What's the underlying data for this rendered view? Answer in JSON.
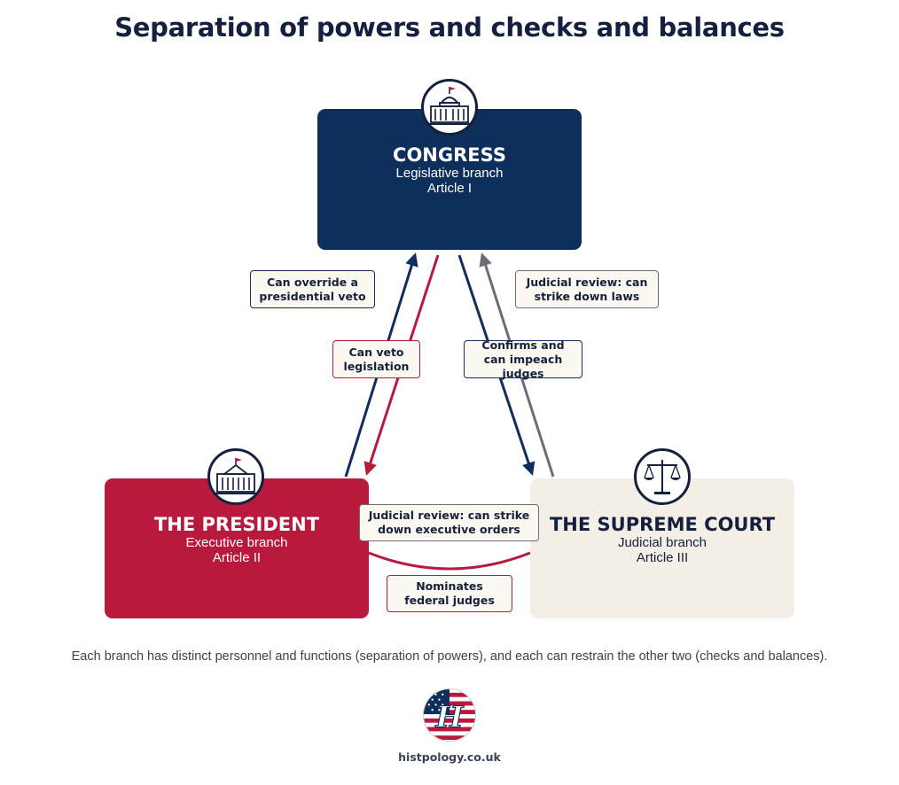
{
  "title": "Separation of powers and checks and balances",
  "branches": {
    "congress": {
      "name": "CONGRESS",
      "type": "Legislative branch",
      "article": "Article I",
      "color": "#0e2e5c"
    },
    "president": {
      "name": "THE PRESIDENT",
      "type": "Executive branch",
      "article": "Article II",
      "color": "#b8193d"
    },
    "court": {
      "name": "THE SUPREME COURT",
      "type": "Judicial branch",
      "article": "Article III",
      "color": "#f3efe6"
    }
  },
  "checks": {
    "override_veto": "Can override a presidential veto",
    "veto_legislation": "Can veto legislation",
    "judicial_review_laws": "Judicial review: can strike down laws",
    "confirm_impeach": "Confirms and can impeach judges",
    "judicial_review_orders": "Judicial review: can strike down executive orders",
    "nominate_judges": "Nominates federal judges"
  },
  "footnote": "Each branch has distinct personnel and functions (separation of powers), and each can restrain the other two (checks and balances).",
  "site": "histpology.co.uk",
  "colors": {
    "navy": "#0e2e5c",
    "red": "#b8193d",
    "gray": "#6b6d78",
    "cream": "#f3efe6"
  }
}
